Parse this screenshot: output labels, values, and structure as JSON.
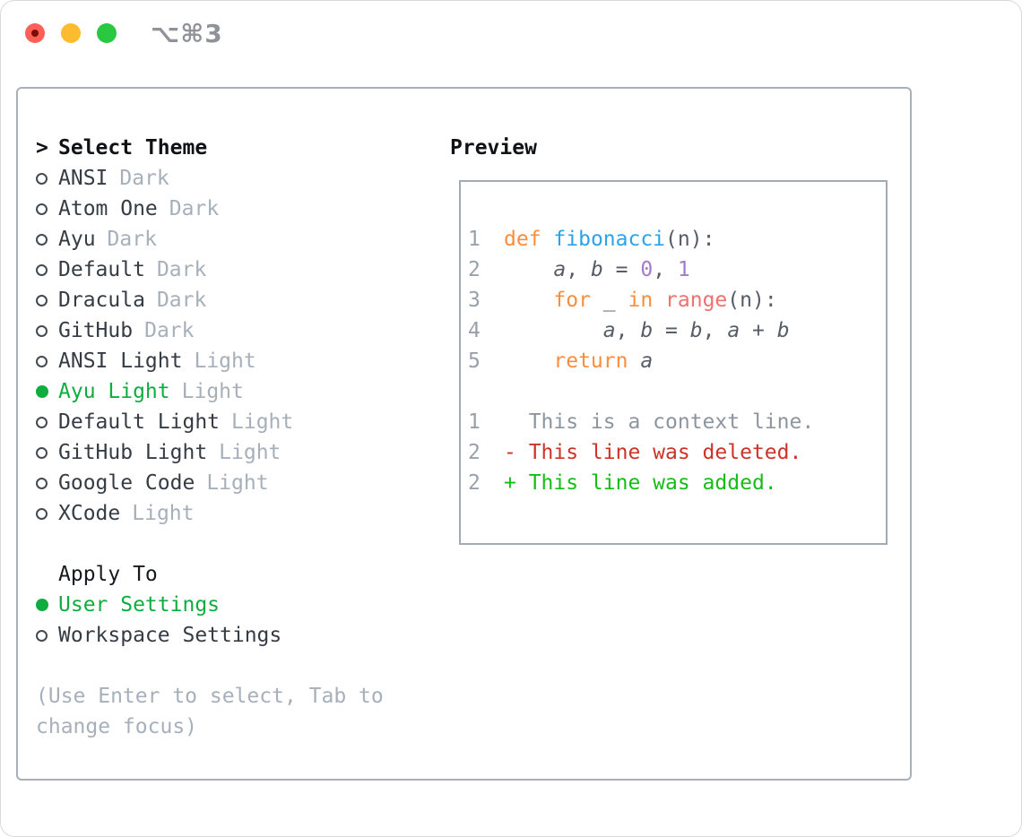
{
  "titlebar": {
    "shortcut_label": "⌥⌘3"
  },
  "theme_picker": {
    "prompt": ">",
    "header": "Select Theme",
    "themes": [
      {
        "name": "ANSI",
        "variant": "Dark",
        "selected": false
      },
      {
        "name": "Atom One",
        "variant": "Dark",
        "selected": false
      },
      {
        "name": "Ayu",
        "variant": "Dark",
        "selected": false
      },
      {
        "name": "Default",
        "variant": "Dark",
        "selected": false
      },
      {
        "name": "Dracula",
        "variant": "Dark",
        "selected": false
      },
      {
        "name": "GitHub",
        "variant": "Dark",
        "selected": false
      },
      {
        "name": "ANSI Light",
        "variant": "Light",
        "selected": false
      },
      {
        "name": "Ayu Light",
        "variant": "Light",
        "selected": true
      },
      {
        "name": "Default Light",
        "variant": "Light",
        "selected": false
      },
      {
        "name": "GitHub Light",
        "variant": "Light",
        "selected": false
      },
      {
        "name": "Google Code",
        "variant": "Light",
        "selected": false
      },
      {
        "name": "XCode",
        "variant": "Light",
        "selected": false
      }
    ]
  },
  "apply_to": {
    "header": "Apply To",
    "options": [
      {
        "label": "User Settings",
        "selected": true
      },
      {
        "label": "Workspace Settings",
        "selected": false
      }
    ]
  },
  "hint_lines": [
    "(Use Enter to select, Tab to",
    "change focus)"
  ],
  "preview": {
    "header": "Preview",
    "code_lines": [
      {
        "n": "1",
        "tokens": [
          [
            "def",
            "kw"
          ],
          [
            " ",
            "d"
          ],
          [
            "fibonacci",
            "fn"
          ],
          [
            "(n):",
            "d"
          ]
        ]
      },
      {
        "n": "2",
        "tokens": [
          [
            "    ",
            "d"
          ],
          [
            "a",
            "v"
          ],
          [
            ", ",
            "d"
          ],
          [
            "b",
            "v"
          ],
          [
            " = ",
            "d"
          ],
          [
            "0",
            "num"
          ],
          [
            ", ",
            "d"
          ],
          [
            "1",
            "num"
          ]
        ]
      },
      {
        "n": "3",
        "tokens": [
          [
            "    ",
            "d"
          ],
          [
            "for",
            "kw"
          ],
          [
            " _ ",
            "d"
          ],
          [
            "in",
            "kw"
          ],
          [
            " ",
            "d"
          ],
          [
            "range",
            "call"
          ],
          [
            "(n):",
            "d"
          ]
        ]
      },
      {
        "n": "4",
        "tokens": [
          [
            "        ",
            "d"
          ],
          [
            "a",
            "v"
          ],
          [
            ", ",
            "d"
          ],
          [
            "b",
            "v"
          ],
          [
            " = ",
            "d"
          ],
          [
            "b",
            "v"
          ],
          [
            ", ",
            "d"
          ],
          [
            "a",
            "v"
          ],
          [
            " + ",
            "d"
          ],
          [
            "b",
            "v"
          ]
        ]
      },
      {
        "n": "5",
        "tokens": [
          [
            "    ",
            "d"
          ],
          [
            "return",
            "kw"
          ],
          [
            " ",
            "d"
          ],
          [
            "a",
            "v"
          ]
        ]
      }
    ],
    "diff_lines": [
      {
        "n": "1",
        "marker": " ",
        "text": "This is a context line.",
        "type": "context"
      },
      {
        "n": "2",
        "marker": "-",
        "text": "This line was deleted.",
        "type": "deleted"
      },
      {
        "n": "2",
        "marker": "+",
        "text": "This line was added.",
        "type": "added"
      }
    ]
  },
  "colors": {
    "ui_green": "#0fad3f",
    "added_green": "#16bd16",
    "deleted_red": "#cd3326",
    "context_gray": "#8d959e",
    "keyword_orange": "#fa8d3e",
    "function_blue": "#2aa3e8",
    "number_purple": "#a37acc",
    "call_coral": "#f0716f",
    "code_text": "#565d66",
    "line_number_gray": "#98a1ab",
    "muted_gray": "#a7b0ba",
    "traffic_red": "#ff5f57",
    "traffic_yellow": "#fdbc2f",
    "traffic_green": "#28c840"
  }
}
